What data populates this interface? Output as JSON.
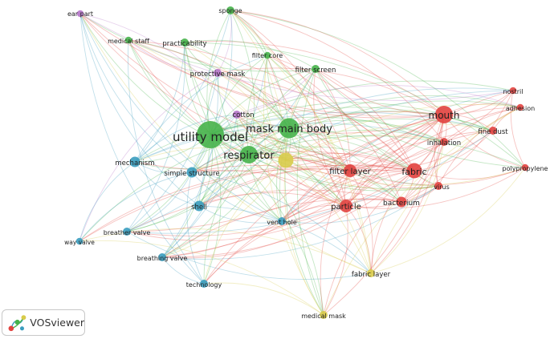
{
  "app": {
    "name": "VOSviewer",
    "logo_icon": "vosviewer-logo-icon"
  },
  "clusters": [
    {
      "id": 1,
      "color": "#e2433f"
    },
    {
      "id": 2,
      "color": "#46b34a"
    },
    {
      "id": 3,
      "color": "#3a9dbf"
    },
    {
      "id": 4,
      "color": "#d8cb4a"
    },
    {
      "id": 5,
      "color": "#b474c8"
    }
  ],
  "nodes": [
    {
      "id": "utility-model",
      "label": "utility model",
      "cluster": 2,
      "weight": 10
    },
    {
      "id": "mask-main-body",
      "label": "mask main body",
      "cluster": 2,
      "weight": 7
    },
    {
      "id": "respirator",
      "label": "respirator",
      "cluster": 2,
      "weight": 6
    },
    {
      "id": "mouth",
      "label": "mouth",
      "cluster": 1,
      "weight": 6
    },
    {
      "id": "fabric",
      "label": "fabric",
      "cluster": 1,
      "weight": 5
    },
    {
      "id": "filter-layer",
      "label": "filter layer",
      "cluster": 1,
      "weight": 4
    },
    {
      "id": "particle",
      "label": "particle",
      "cluster": 1,
      "weight": 4
    },
    {
      "id": "bacterium",
      "label": "bacterium",
      "cluster": 1,
      "weight": 3
    },
    {
      "id": "virus",
      "label": "virus",
      "cluster": 1,
      "weight": 2
    },
    {
      "id": "inhalation",
      "label": "inhalation",
      "cluster": 1,
      "weight": 2
    },
    {
      "id": "fine-dust",
      "label": "fine dust",
      "cluster": 1,
      "weight": 2
    },
    {
      "id": "nostril",
      "label": "nostril",
      "cluster": 1,
      "weight": 1.5
    },
    {
      "id": "adhesion",
      "label": "adhesion",
      "cluster": 1,
      "weight": 1.5
    },
    {
      "id": "polypropylene",
      "label": "polypropylene",
      "cluster": 1,
      "weight": 1.5
    },
    {
      "id": "sponge",
      "label": "sponge",
      "cluster": 2,
      "weight": 2
    },
    {
      "id": "practicability",
      "label": "practicability",
      "cluster": 2,
      "weight": 2
    },
    {
      "id": "medical-staff",
      "label": "medical staff",
      "cluster": 2,
      "weight": 1.5
    },
    {
      "id": "filter-core",
      "label": "filter core",
      "cluster": 2,
      "weight": 1.5
    },
    {
      "id": "filter-screen",
      "label": "filter screen",
      "cluster": 2,
      "weight": 2
    },
    {
      "id": "protective-mask",
      "label": "protective mask",
      "cluster": 5,
      "weight": 2
    },
    {
      "id": "cotton",
      "label": "cotton",
      "cluster": 5,
      "weight": 2
    },
    {
      "id": "ear-part",
      "label": "ear part",
      "cluster": 5,
      "weight": 1.5
    },
    {
      "id": "mechanism",
      "label": "mechanism",
      "cluster": 3,
      "weight": 3
    },
    {
      "id": "simple-structure",
      "label": "simple structure",
      "cluster": 3,
      "weight": 3
    },
    {
      "id": "shell",
      "label": "shell",
      "cluster": 3,
      "weight": 3
    },
    {
      "id": "breather-valve",
      "label": "breather valve",
      "cluster": 3,
      "weight": 2
    },
    {
      "id": "breathing-valve",
      "label": "breathing valve",
      "cluster": 3,
      "weight": 2
    },
    {
      "id": "technology",
      "label": "technology",
      "cluster": 3,
      "weight": 2
    },
    {
      "id": "way-valve",
      "label": "way valve",
      "cluster": 3,
      "weight": 1.5
    },
    {
      "id": "vent-hole",
      "label": "vent hole",
      "cluster": 3,
      "weight": 2
    },
    {
      "id": "mask-hub",
      "label": "",
      "cluster": 4,
      "weight": 5
    },
    {
      "id": "fabric-layer",
      "label": "fabric layer",
      "cluster": 4,
      "weight": 2
    },
    {
      "id": "medical-mask",
      "label": "medical mask",
      "cluster": 4,
      "weight": 2
    }
  ]
}
